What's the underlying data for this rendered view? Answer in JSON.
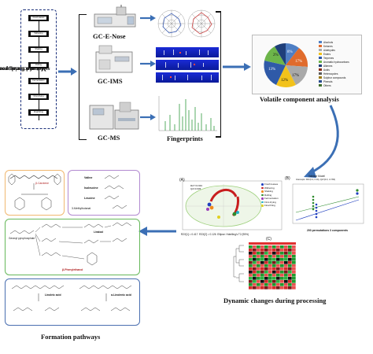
{
  "process": {
    "title_line1": "Manufacturing procedures of",
    "title_line2": "sweet and floral aroma black tea",
    "steps": [
      "Fresh leaves",
      "Withering",
      "Shaking",
      "Rolling",
      "Fermentation",
      "First drying",
      "Final firing"
    ]
  },
  "instruments": {
    "enose": "GC-E-Nose",
    "ims": "GC-IMS",
    "ms": "GC-MS"
  },
  "fingerprints_label": "Fingerprints",
  "volatile": {
    "title": "Volatile component analysis",
    "legend": [
      "Alcohols",
      "Ketones",
      "Aldehydes",
      "Esters",
      "Terpenes",
      "Aromatic hydrocarbons",
      "Alkenes",
      "Acids",
      "Heterocycles",
      "Sulphur compounds",
      "Phenols",
      "Others"
    ],
    "slice_labels": [
      "8%",
      "17%",
      "17%",
      "12%",
      "13%",
      "2%"
    ],
    "colors": [
      "#4f7fc4",
      "#e06b2c",
      "#a9a9a9",
      "#f2c21b",
      "#2f5aa8",
      "#6db54a",
      "#1f3f7a",
      "#8b2f1a",
      "#5a5a5a",
      "#9c7b15",
      "#2a4c8f",
      "#3f6e2a"
    ]
  },
  "dynamic": {
    "caption": "Dynamic changes during processing",
    "panel_a": "(A)",
    "panel_b": "(B)",
    "panel_c": "(C)",
    "r2x": "R2X[1] = 0.417",
    "r2y": "R2X[2] = 0.126",
    "ellipse": "Ellipse: Hotelling's T2 (95%)",
    "stats": "R2Y=0.991",
    "q2": "Q2=0.935",
    "b_title": "Validate Model",
    "b_xlabel": "200 permutations 3 components",
    "b_sub": "Intercepts: R2=(0.0, 0.19), Q2=(0.0, -0.784)",
    "groups": [
      "Fresh leaves",
      "Withering",
      "Shaking",
      "Rolling",
      "Fermentation",
      "First drying",
      "Final firing"
    ],
    "group_colors": [
      "#1f3fbf",
      "#c81e1e",
      "#f08a1d",
      "#2e8b2e",
      "#9b3db8",
      "#20b0c8",
      "#e0d020"
    ]
  },
  "formation": {
    "caption": "Formation pathways",
    "carotene": "β-Carotene",
    "valine": "Valine",
    "isoleucine": "Isoleucine",
    "leucine": "Leucine",
    "methylbutanal": "3-Methylbutanal",
    "linalool": "Linalool",
    "farnesyl": "Geranyl pyrophosphate",
    "phenylethanol": "β-Phenylethanol",
    "linoleic": "Linoleic acid",
    "linolenic": "α-Linolenic acid"
  }
}
